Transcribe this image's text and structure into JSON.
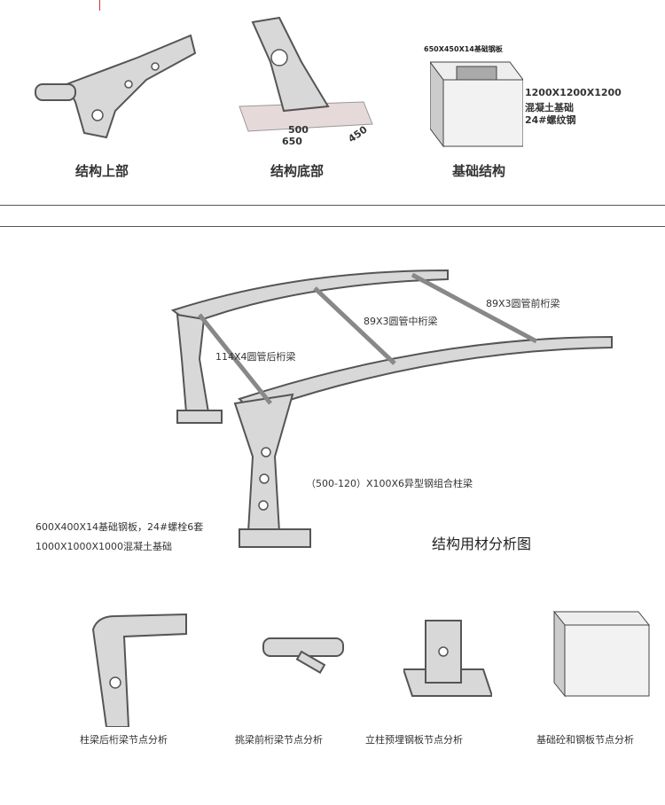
{
  "top": {
    "captions": [
      "结构上部",
      "结构底部",
      "基础结构"
    ],
    "dims": {
      "inner": "500",
      "outer": "650",
      "depth": "450"
    },
    "foundation_plate": "650X450X14基础钢板",
    "foundation_size": "1200X1200X1200",
    "foundation_concrete": "混凝土基础",
    "foundation_rebar": "24#螺纹钢"
  },
  "main": {
    "front_purlin": "89X3圆管前桁梁",
    "mid_purlin": "89X3圆管中桁梁",
    "rear_purlin": "114X4圆管后桁梁",
    "column": "（500-120）X100X6异型钢组合柱梁",
    "base_plate": "600X400X14基础钢板，24#螺栓6套",
    "base_concrete": "1000X1000X1000混凝土基础",
    "title": "结构用材分析图"
  },
  "details": [
    "柱梁后桁梁节点分析",
    "挑梁前桁梁节点分析",
    "立柱预埋钢板节点分析",
    "基础砼和钢板节点分析"
  ]
}
